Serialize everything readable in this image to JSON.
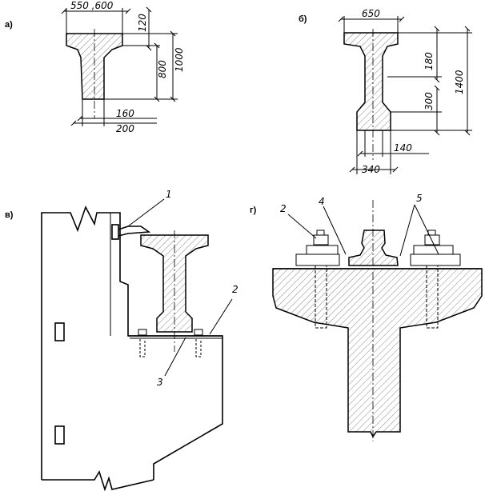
{
  "panels": {
    "a": {
      "label": "а)",
      "dims": {
        "flange_width": "550 ,600",
        "flange_thickness": "120",
        "height_inner": "800",
        "height_total": "1000",
        "web_bottom": "160",
        "web_top": "200"
      }
    },
    "b": {
      "label": "б)",
      "dims": {
        "flange_width": "650",
        "flange_thickness": "180",
        "bottom_bulb": "300",
        "height_total": "1400",
        "web": "140",
        "bottom_width": "340"
      }
    },
    "v": {
      "label": "в)",
      "callouts": {
        "c1": "1",
        "c2": "2",
        "c3": "3"
      }
    },
    "g": {
      "label": "г)",
      "callouts": {
        "c2": "2",
        "c4": "4",
        "c5": "5"
      }
    }
  }
}
